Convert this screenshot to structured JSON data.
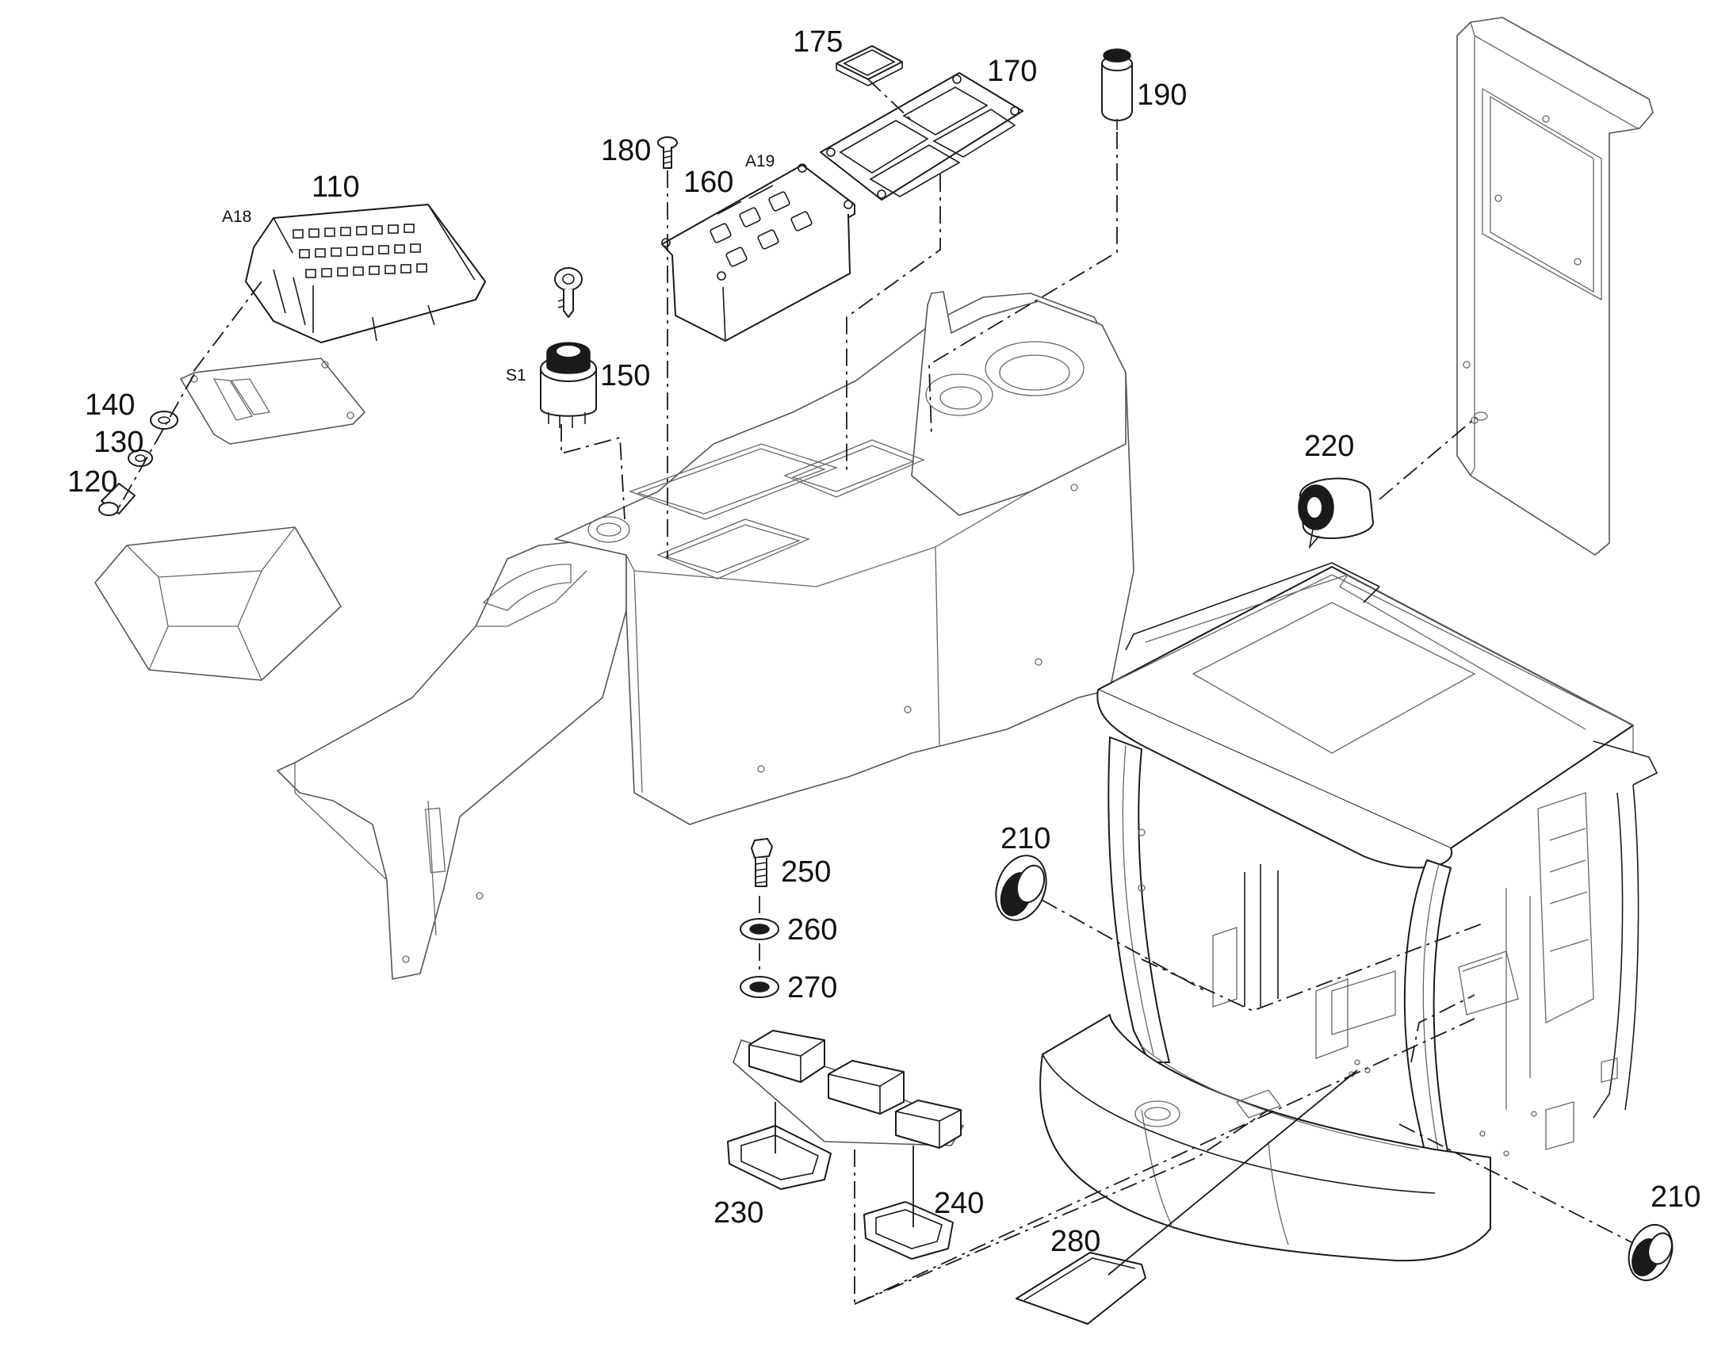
{
  "labels": {
    "p110": "110",
    "p120": "120",
    "p130": "130",
    "p140": "140",
    "p150": "150",
    "p160": "160",
    "p170": "170",
    "p175": "175",
    "p180": "180",
    "p190": "190",
    "p210a": "210",
    "p210b": "210",
    "p220": "220",
    "p230": "230",
    "p240": "240",
    "p250": "250",
    "p260": "260",
    "p270": "270",
    "p280": "280"
  },
  "refs": {
    "a18": "A18",
    "a19": "A19",
    "s1": "S1"
  }
}
